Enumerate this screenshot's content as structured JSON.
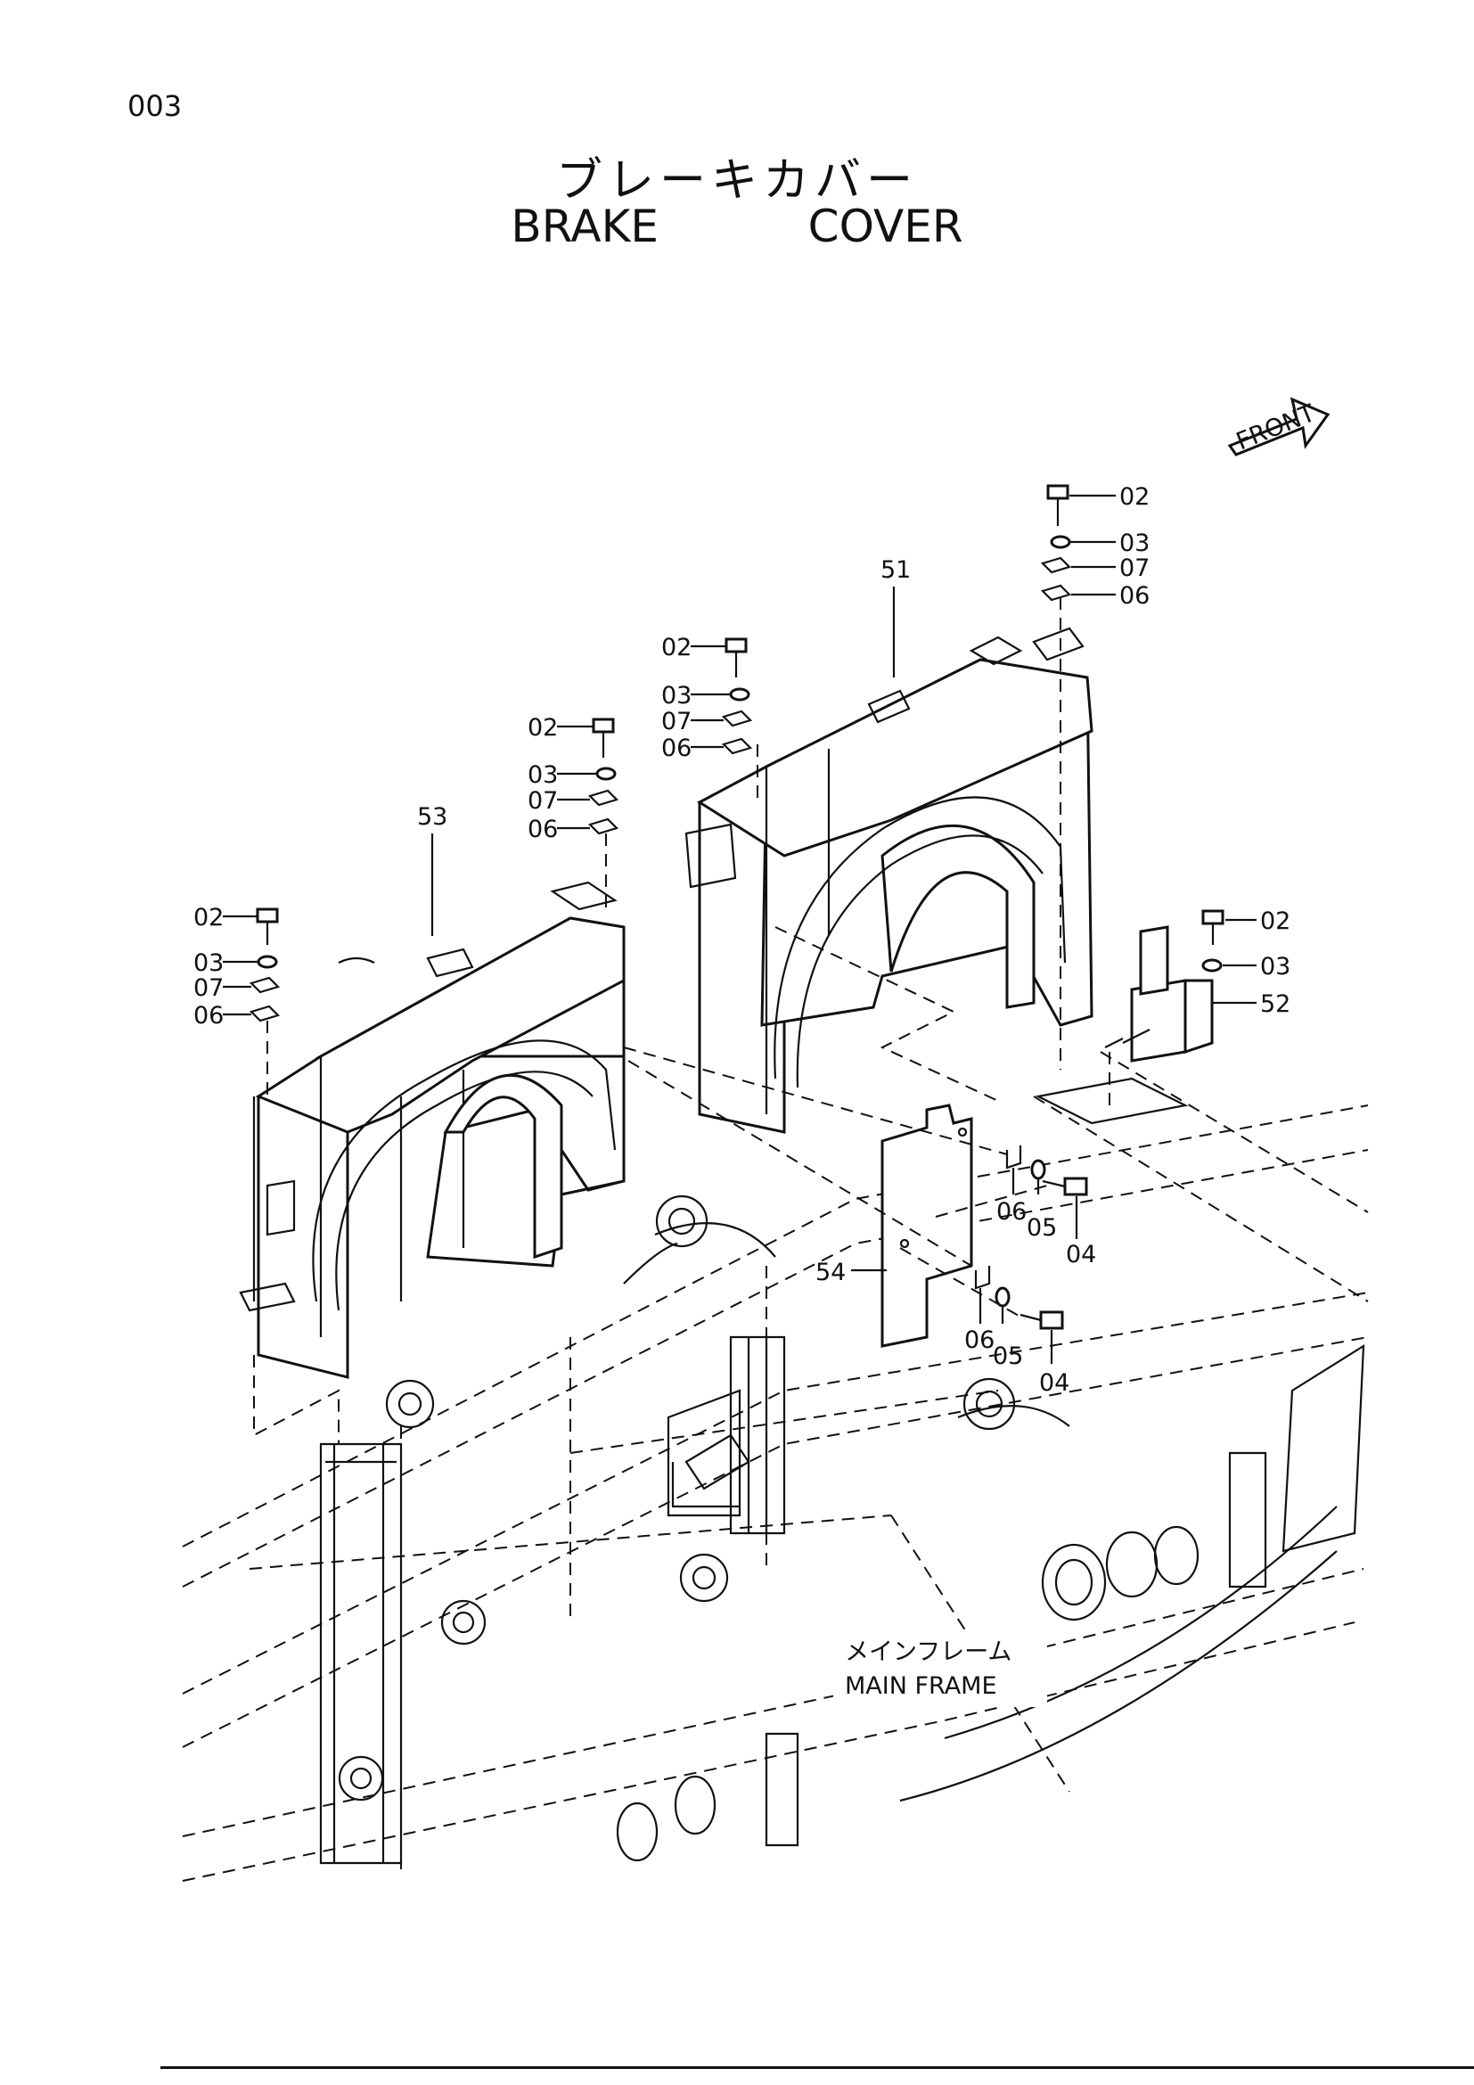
{
  "page_number": "003",
  "title_jp": "ブレーキカバー",
  "title_en": "BRAKE   COVER",
  "front_label": "FRONT",
  "frame_label_jp": "メインフレーム",
  "frame_label_en": "MAIN FRAME",
  "callouts": {
    "c02a": "02",
    "c03a": "03",
    "c07a": "07",
    "c06a": "06",
    "c51": "51",
    "c02b": "02",
    "c03b": "03",
    "c07b": "07",
    "c06b": "06",
    "c02c": "02",
    "c03c": "03",
    "c07c": "07",
    "c06c": "06",
    "c53": "53",
    "c02d": "02",
    "c03d": "03",
    "c07d": "07",
    "c06d": "06",
    "c02e": "02",
    "c03e": "03",
    "c52": "52",
    "c06f": "06",
    "c05f": "05",
    "c04f": "04",
    "c54": "54",
    "c06g": "06",
    "c05g": "05",
    "c04g": "04"
  }
}
